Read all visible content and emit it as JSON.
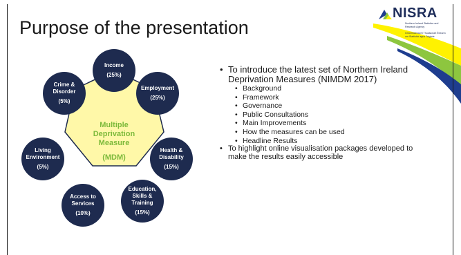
{
  "slide": {
    "title": "Purpose of the presentation"
  },
  "logo": {
    "name": "NISRA",
    "subtitle_1": "Northern Ireland Statistics and Research Agency",
    "subtitle_2": "Gníomhaireacht Thuaisceart Éireann um Staitisticí agus Taighde"
  },
  "diagram": {
    "center": {
      "title": "Multiple\nDeprivation\nMeasure",
      "abbr": "(MDM)"
    },
    "domains": [
      {
        "label": "Income",
        "weight": "(25%)"
      },
      {
        "label": "Employment",
        "weight": "(25%)"
      },
      {
        "label": "Health &\nDisability",
        "weight": "(15%)"
      },
      {
        "label": "Education,\nSkills &\nTraining",
        "weight": "(15%)"
      },
      {
        "label": "Access to\nServices",
        "weight": "(10%)"
      },
      {
        "label": "Living\nEnvironment",
        "weight": "(5%)"
      },
      {
        "label": "Crime &\nDisorder",
        "weight": "(5%)"
      }
    ]
  },
  "bullets": {
    "main_1": "To introduce the latest set of Northern Ireland Deprivation Measures (NIMDM 2017)",
    "sub": [
      "Background",
      "Framework",
      "Governance",
      "Public Consultations",
      "Main Improvements",
      "How the measures can be used",
      "Headline Results"
    ],
    "main_2": "To highlight online visualisation packages developed to make the results easily accessible"
  },
  "colors": {
    "circle": "#1e2b4f",
    "center_text": "#7dba3b",
    "heptagon": "#fff8a8",
    "swoosh_blue": "#1e3d8f",
    "swoosh_green": "#8dc63f",
    "swoosh_yellow": "#fff200"
  }
}
